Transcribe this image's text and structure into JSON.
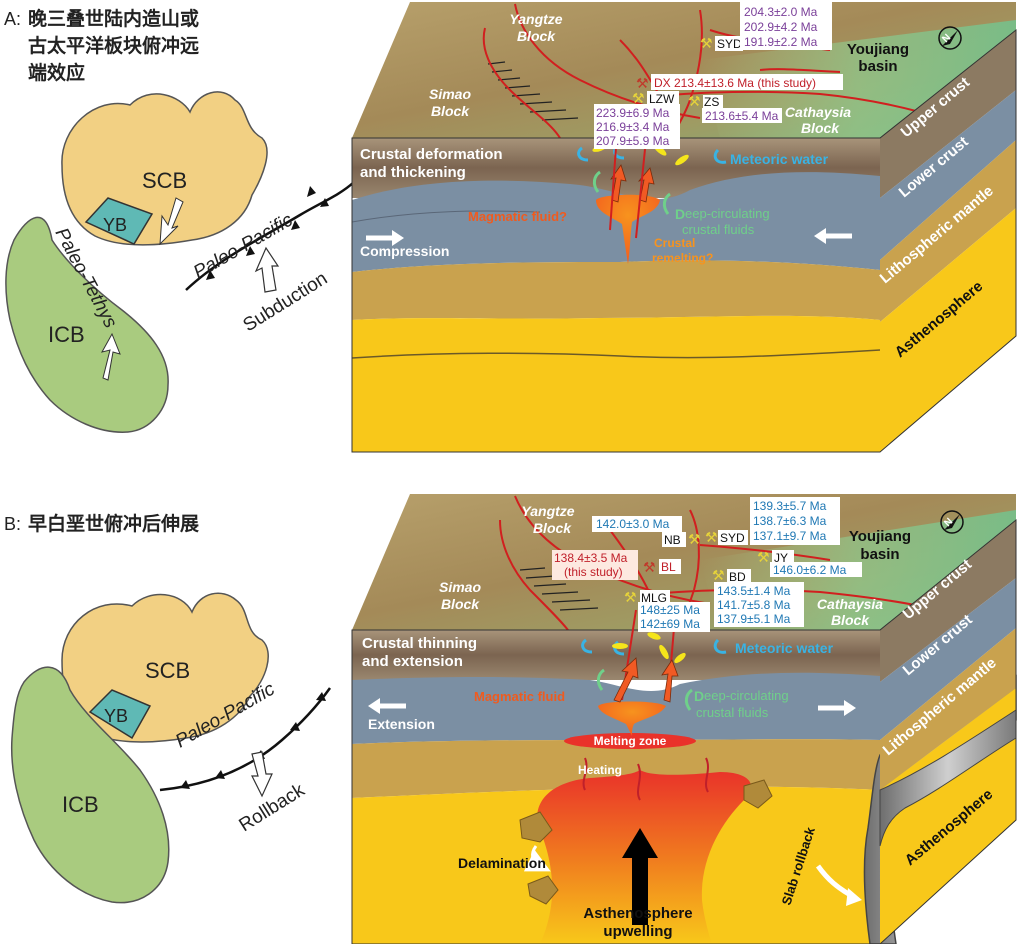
{
  "panel_a": {
    "heading_letter": "A:",
    "heading_lines": [
      "晚三叠世陆内造山或",
      "古太平洋板块俯冲远",
      "端效应"
    ],
    "map": {
      "scb": "SCB",
      "yb": "YB",
      "icb": "ICB",
      "paleo_tethys": "Paleo-Tethys",
      "paleo_pacific": "Paleo-Pacific",
      "subduction": "Subduction"
    },
    "block": {
      "yangtze_1": "Yangtze",
      "yangtze_2": "Block",
      "simao_1": "Simao",
      "simao_2": "Block",
      "cathaysia_1": "Cathaysia",
      "cathaysia_2": "Block",
      "youjiang_1": "Youjiang",
      "youjiang_2": "basin",
      "north": "N",
      "syd_label": "SYD",
      "syd_ages": [
        "204.3±2.0 Ma",
        "202.9±4.2 Ma",
        "191.9±2.2 Ma"
      ],
      "dx_label": "DX 213.4±13.6 Ma (this study)",
      "lzw_label": "LZW",
      "lzw_ages": [
        "223.9±6.9 Ma",
        "216.9±3.4 Ma",
        "207.9±5.9 Ma"
      ],
      "zs_label": "ZS",
      "zs_age": "213.6±5.4 Ma",
      "crustal_1": "Crustal deformation",
      "crustal_2": "and  thickening",
      "meteoric": "Meteoric water",
      "magmatic": "Magmatic fluid?",
      "deep_d": "D",
      "deep_1": "eep-circulating",
      "deep_2": "crustal fluids",
      "remelt_1": "Crustal",
      "remelt_2": "remelting?",
      "compression": "Compression",
      "upper_crust": "Upper crust",
      "lower_crust": "Lower crust",
      "lith_mantle": "Lithospheric mantle",
      "asthenosphere": "Asthenosphere"
    }
  },
  "panel_b": {
    "heading_letter": "B:",
    "heading_text": "早白垩世俯冲后伸展",
    "map": {
      "scb": "SCB",
      "yb": "YB",
      "icb": "ICB",
      "paleo_pacific": "Paleo-Pacific",
      "rollback": "Rollback"
    },
    "block": {
      "yangtze_1": "Yangtze",
      "yangtze_2": "Block",
      "simao_1": "Simao",
      "simao_2": "Block",
      "cathaysia_1": "Cathaysia",
      "cathaysia_2": "Block",
      "youjiang_1": "Youjiang",
      "youjiang_2": "basin",
      "north": "N",
      "nb_age": "142.0±3.0 Ma",
      "nb_label": "NB",
      "syd_label": "SYD",
      "syd_ages": [
        "139.3±5.7 Ma",
        "138.7±6.3 Ma",
        "137.1±9.7 Ma"
      ],
      "bl_ages": [
        "138.4±3.5 Ma",
        "(this study)"
      ],
      "bl_label": "BL",
      "jy_label": "JY",
      "jy_age": "146.0±6.2 Ma",
      "bd_label": "BD",
      "bd_ages": [
        "143.5±1.4 Ma",
        "141.7±5.8 Ma",
        "137.9±5.1 Ma"
      ],
      "mlg_label": "MLG",
      "mlg_ages": [
        "148±25 Ma",
        "142±69 Ma"
      ],
      "crustal_1": "Crustal thinning",
      "crustal_2": "and extension",
      "meteoric": "Meteoric water",
      "magmatic": "Magmatic fluid",
      "deep_d": "D",
      "deep_1": "eep-circulating",
      "deep_2": "crustal fluids",
      "extension": "Extension",
      "melting_zone": "Melting zone",
      "heating": "Heating",
      "delamination": "Delamination",
      "upwelling_1": "Asthenosphere",
      "upwelling_2": "upwelling",
      "slab_rollback": "Slab rollback",
      "upper_crust": "Upper crust",
      "lower_crust": "Lower crust",
      "lith_mantle": "Lithospheric mantle",
      "asthenosphere": "Asthenosphere"
    }
  },
  "colors": {
    "scb": "#f2d083",
    "yb": "#5fb9b5",
    "icb": "#a9cb7f",
    "upper_crust_front": "#8f7a61",
    "lower_crust": "#7b8fa3",
    "lith_mantle": "#c9a24e",
    "asthenosphere": "#f8c81a",
    "fault": "#d11f1f",
    "deep_fluid": "#6fd08a",
    "meteoric": "#39b3e4",
    "magmatic": "#ef5b1f"
  }
}
